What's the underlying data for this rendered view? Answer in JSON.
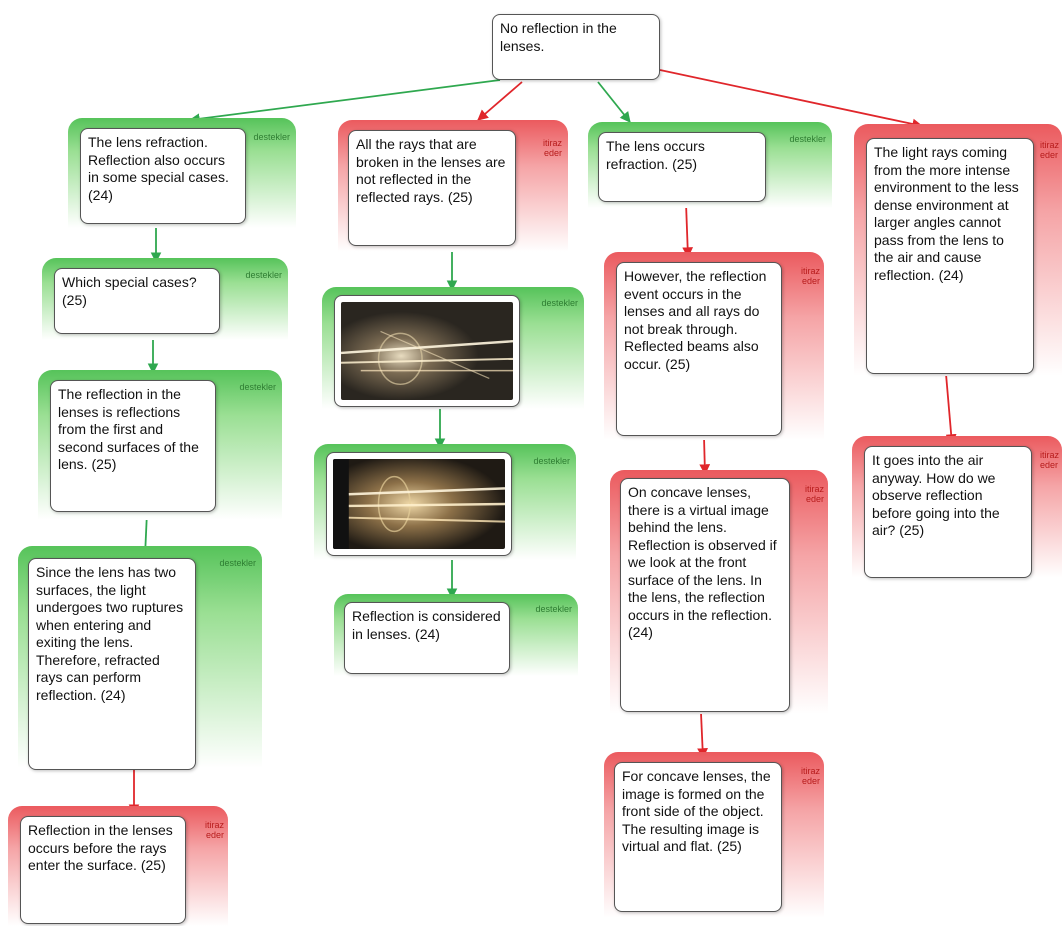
{
  "root": {
    "text": "No reflection in the lenses."
  },
  "tags": {
    "support": "destekler",
    "object": "itiraz eder"
  },
  "colors": {
    "support": "#2fa84f",
    "object": "#e0262b"
  },
  "nodes": {
    "n1": "The lens refraction. Reflection also occurs in some special cases. (24)",
    "n2": "Which special cases? (25)",
    "n3": "The reflection in the lenses is reflections from the first and second surfaces of the lens. (25)",
    "n4": "Since the lens has two surfaces, the light undergoes two ruptures when entering and exiting the lens. Therefore, refracted rays can perform reflection. (24)",
    "n5": "Reflection in the lenses occurs before the rays enter the surface. (25)",
    "m1": "All the rays that are broken in the lenses are not reflected in the reflected rays. (25)",
    "m4": "Reflection is considered in lenses. (24)",
    "c1": "The lens occurs refraction. (25)",
    "c2": "However, the reflection event occurs in the lenses and all rays do not break through. Reflected beams also occur. (25)",
    "c3": "On concave lenses, there is a virtual image behind the lens. Reflection is observed if we look at the front surface of the lens. In the lens, the reflection occurs in the reflection. (24)",
    "c4": "For concave lenses, the image is formed on the front side of the object. The resulting image is virtual and flat. (25)",
    "r1": "The light rays coming from the more intense environment to the less dense environment at larger angles cannot pass from the lens to the air and cause reflection. (24)",
    "r2": "It goes into the air anyway. How do we observe reflection before going into the air? (25)"
  }
}
